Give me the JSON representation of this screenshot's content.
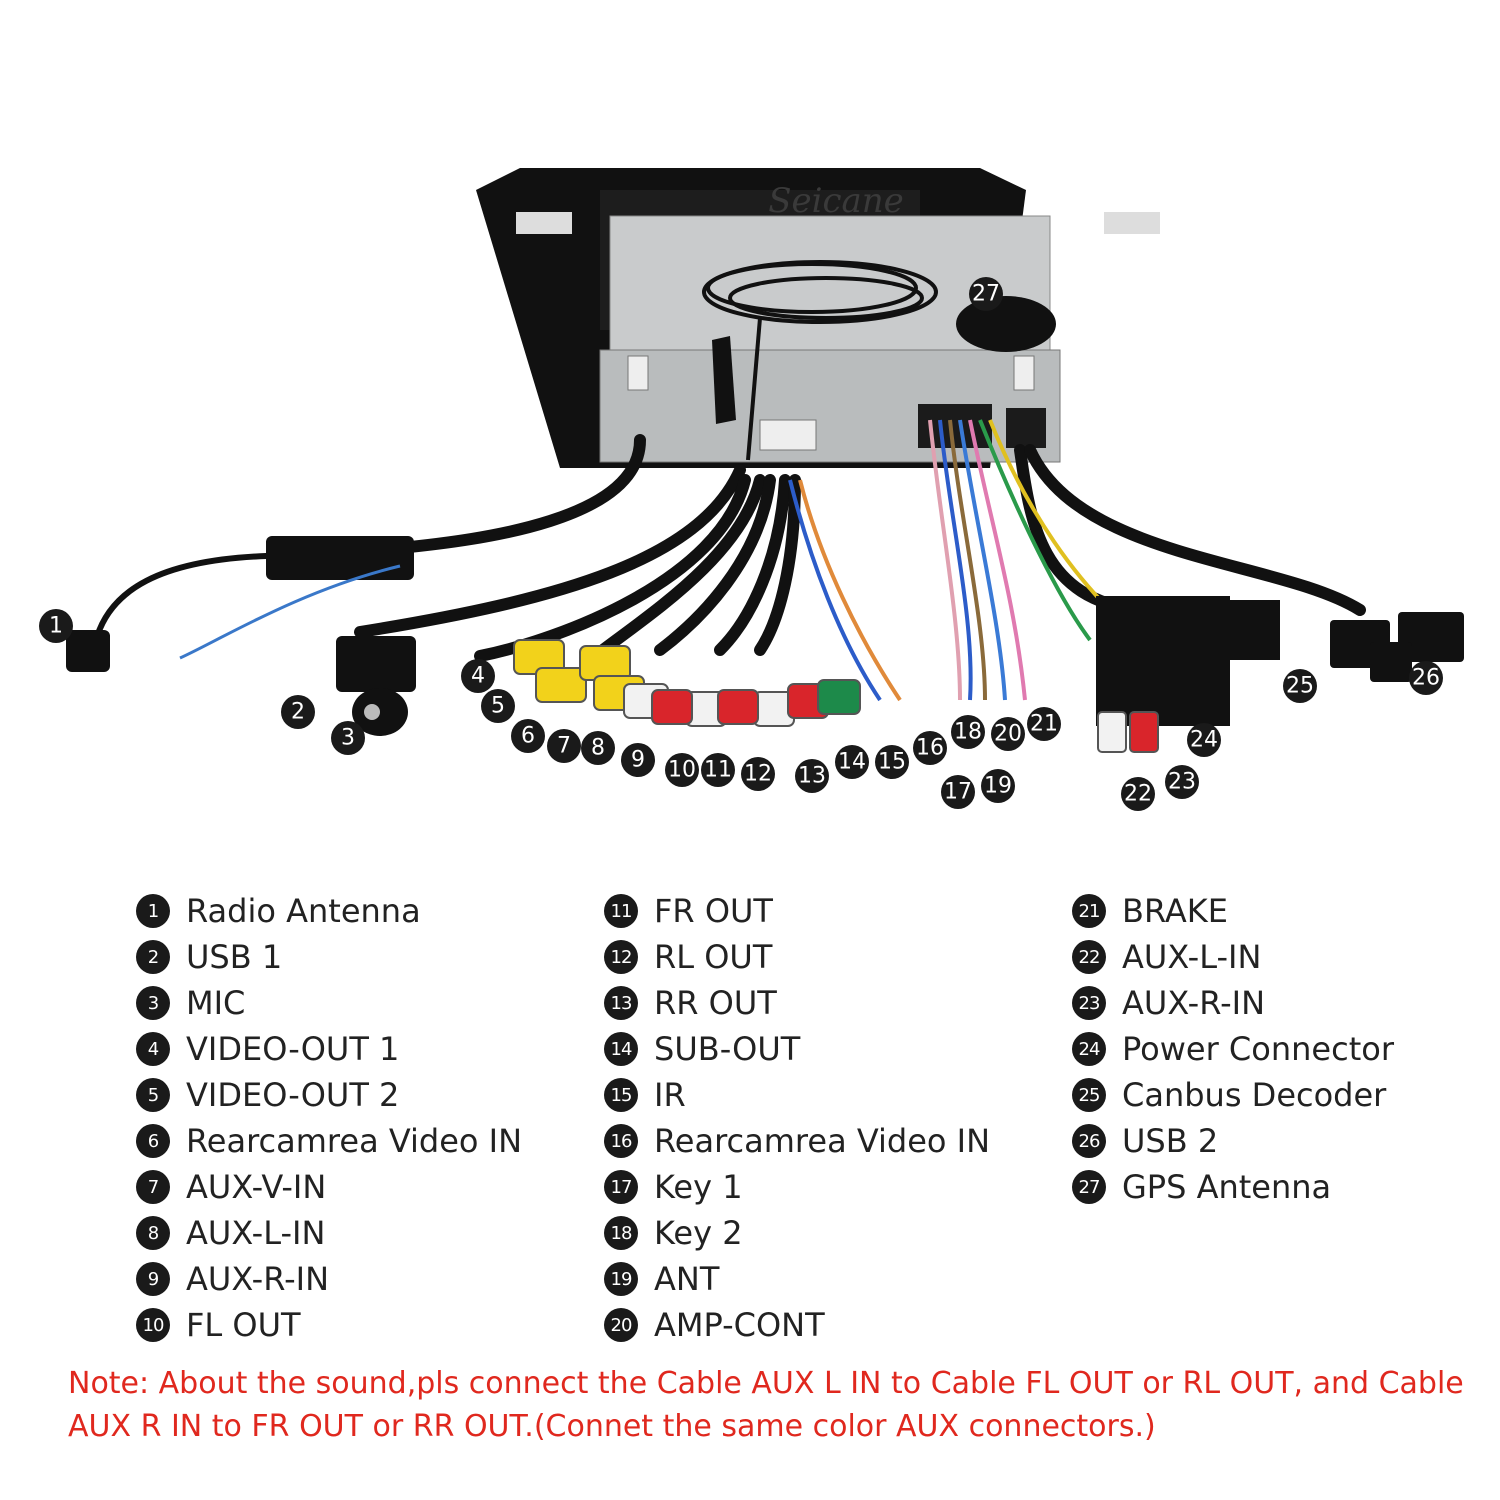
{
  "brand_watermark": "Seicane",
  "legend": {
    "col1": [
      {
        "num": "1",
        "label": "Radio Antenna"
      },
      {
        "num": "2",
        "label": "USB 1"
      },
      {
        "num": "3",
        "label": "MIC"
      },
      {
        "num": "4",
        "label": "VIDEO-OUT 1"
      },
      {
        "num": "5",
        "label": "VIDEO-OUT 2"
      },
      {
        "num": "6",
        "label": "Rearcamrea Video IN"
      },
      {
        "num": "7",
        "label": "AUX-V-IN"
      },
      {
        "num": "8",
        "label": "AUX-L-IN"
      },
      {
        "num": "9",
        "label": "AUX-R-IN"
      },
      {
        "num": "10",
        "label": "FL OUT"
      }
    ],
    "col2": [
      {
        "num": "11",
        "label": "FR OUT"
      },
      {
        "num": "12",
        "label": "RL OUT"
      },
      {
        "num": "13",
        "label": "RR OUT"
      },
      {
        "num": "14",
        "label": "SUB-OUT"
      },
      {
        "num": "15",
        "label": "IR"
      },
      {
        "num": "16",
        "label": "Rearcamrea Video IN"
      },
      {
        "num": "17",
        "label": "Key 1"
      },
      {
        "num": "18",
        "label": "Key 2"
      },
      {
        "num": "19",
        "label": "ANT"
      },
      {
        "num": "20",
        "label": "AMP-CONT"
      }
    ],
    "col3": [
      {
        "num": "21",
        "label": "BRAKE"
      },
      {
        "num": "22",
        "label": "AUX-L-IN"
      },
      {
        "num": "23",
        "label": "AUX-R-IN"
      },
      {
        "num": "24",
        "label": "Power Connector"
      },
      {
        "num": "25",
        "label": "Canbus Decoder"
      },
      {
        "num": "26",
        "label": "USB 2"
      },
      {
        "num": "27",
        "label": "GPS Antenna"
      }
    ]
  },
  "note": "Note: About the sound,pls connect the Cable AUX L IN to Cable FL OUT or RL OUT, and Cable AUX R IN to FR OUT or RR OUT.(Connet the same color AUX connectors.)",
  "callout_numbers": [
    "1",
    "2",
    "3",
    "4",
    "5",
    "6",
    "7",
    "8",
    "9",
    "10",
    "11",
    "12",
    "13",
    "14",
    "15",
    "16",
    "17",
    "18",
    "19",
    "20",
    "21",
    "22",
    "23",
    "24",
    "25",
    "26",
    "27"
  ],
  "colors": {
    "note": "#e0281e",
    "badge": "#1a1a1a",
    "rca_yellow": "#f2d21b",
    "rca_red": "#d9252b",
    "rca_white": "#f2f2f2",
    "rca_green": "#1d8a4a"
  }
}
